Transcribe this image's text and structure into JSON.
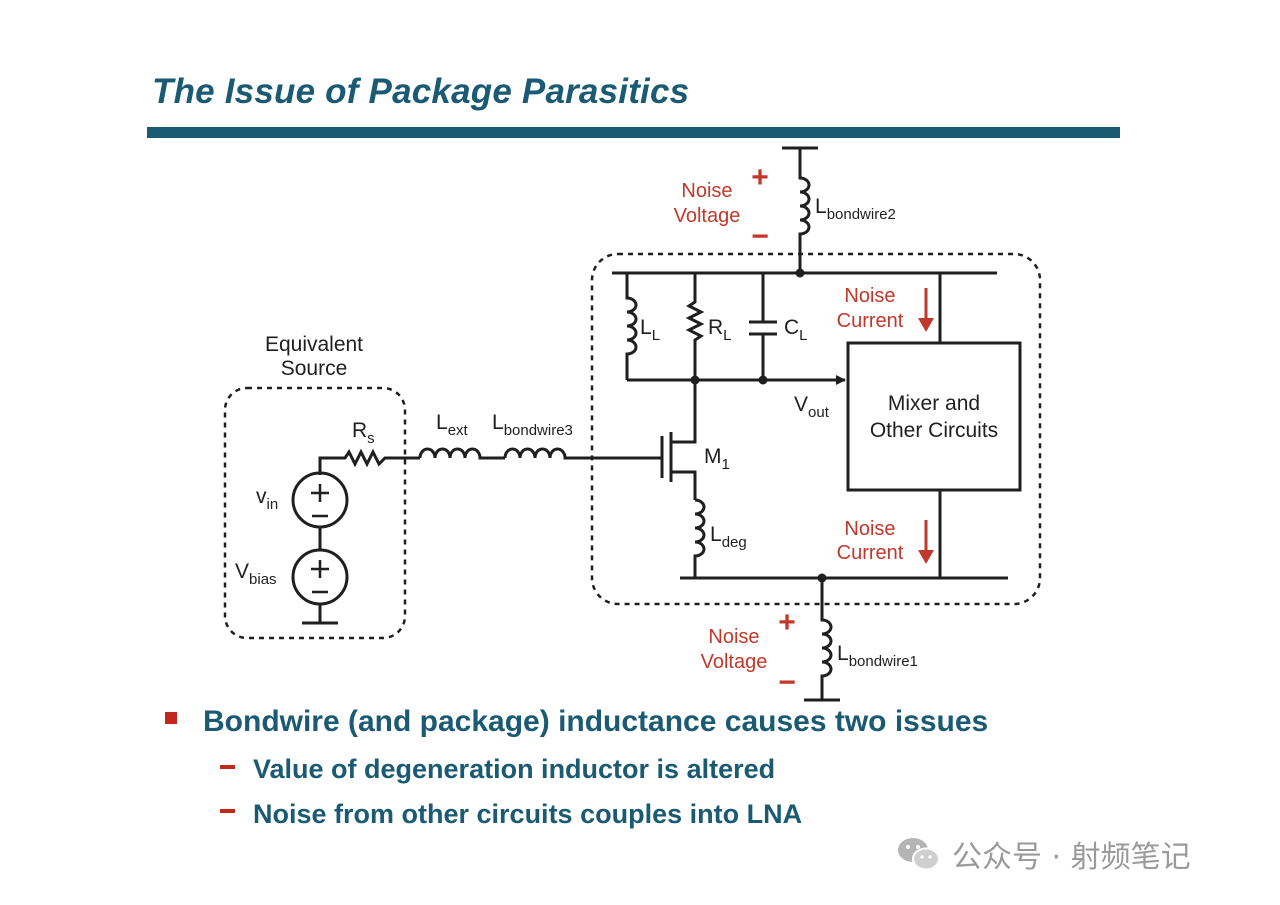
{
  "title": "The Issue of Package Parasitics",
  "colors": {
    "title_blue": "#1a5a73",
    "annotation_red": "#c0392b",
    "bullet_red": "#c0281e",
    "wire": "#1f1f1f"
  },
  "diagram": {
    "equivalent_source": "Equivalent\nSource",
    "equivalent_source_line1": "Equivalent",
    "equivalent_source_line2": "Source",
    "rs": {
      "main": "R",
      "sub": "s"
    },
    "lext": {
      "main": "L",
      "sub": "ext"
    },
    "lbondwire3": {
      "main": "L",
      "sub": "bondwire3"
    },
    "vin": {
      "main": "v",
      "sub": "in"
    },
    "vbias": {
      "main": "V",
      "sub": "bias"
    },
    "ll": {
      "main": "L",
      "sub": "L"
    },
    "rl": {
      "main": "R",
      "sub": "L"
    },
    "cl": {
      "main": "C",
      "sub": "L"
    },
    "vout": {
      "main": "V",
      "sub": "out"
    },
    "m1": {
      "main": "M",
      "sub": "1"
    },
    "ldeg": {
      "main": "L",
      "sub": "deg"
    },
    "lbondwire2": {
      "main": "L",
      "sub": "bondwire2"
    },
    "lbondwire1": {
      "main": "L",
      "sub": "bondwire1"
    },
    "mixer_line1": "Mixer and",
    "mixer_line2": "Other Circuits",
    "noise_voltage_top": {
      "line1": "Noise",
      "line2": "Voltage"
    },
    "noise_voltage_bottom": {
      "line1": "Noise",
      "line2": "Voltage"
    },
    "noise_current_top": {
      "line1": "Noise",
      "line2": "Current"
    },
    "noise_current_bottom": {
      "line1": "Noise",
      "line2": "Current"
    },
    "plus": "+",
    "minus": "−"
  },
  "bullets": {
    "main": "Bondwire (and package) inductance causes two issues",
    "subs": [
      "Value of degeneration inductor is altered",
      "Noise from other circuits couples into LNA"
    ]
  },
  "watermark": {
    "text": "公众号 · 射频笔记",
    "icon": "wechat-logo-icon"
  }
}
